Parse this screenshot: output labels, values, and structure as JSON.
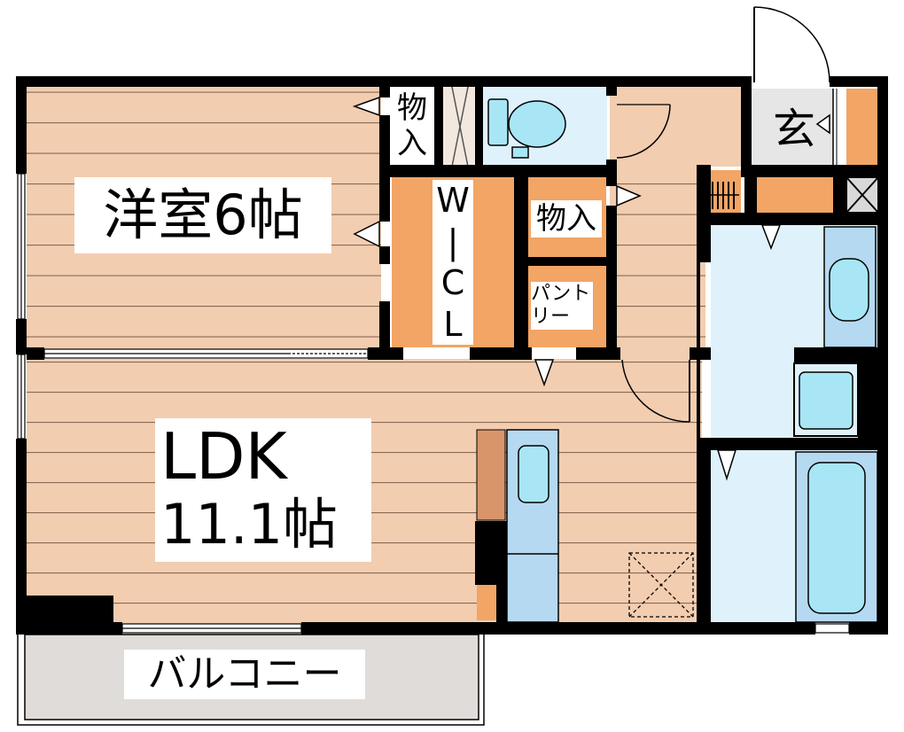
{
  "rooms": {
    "western": {
      "name": "洋室6帖"
    },
    "ldk": {
      "line1": "LDK",
      "line2": "11.1帖"
    },
    "storage_top": {
      "line1": "物",
      "line2": "入"
    },
    "wic": {
      "line1": "W",
      "line2": "|",
      "line3": "C",
      "line4": "L"
    },
    "storage_mid": {
      "name": "物入"
    },
    "pantry": {
      "line1": "パント",
      "line2": "リー"
    },
    "entrance": {
      "name": "玄"
    },
    "balcony": {
      "name": "バルコニー"
    }
  },
  "colors": {
    "wall": "#000000",
    "wood_floor": "#f2cdb0",
    "plank_line": "#8a6a55",
    "storage_orange": "#f2a565",
    "storage_dark": "#d9956a",
    "wet_area_blue": "#dff2fb",
    "fixture_blue": "#a8e6f5",
    "entrance_gray": "#e6e6e6",
    "balcony_gray": "#e0dcda",
    "kitchen_counter_blue": "#b6d9f2"
  }
}
